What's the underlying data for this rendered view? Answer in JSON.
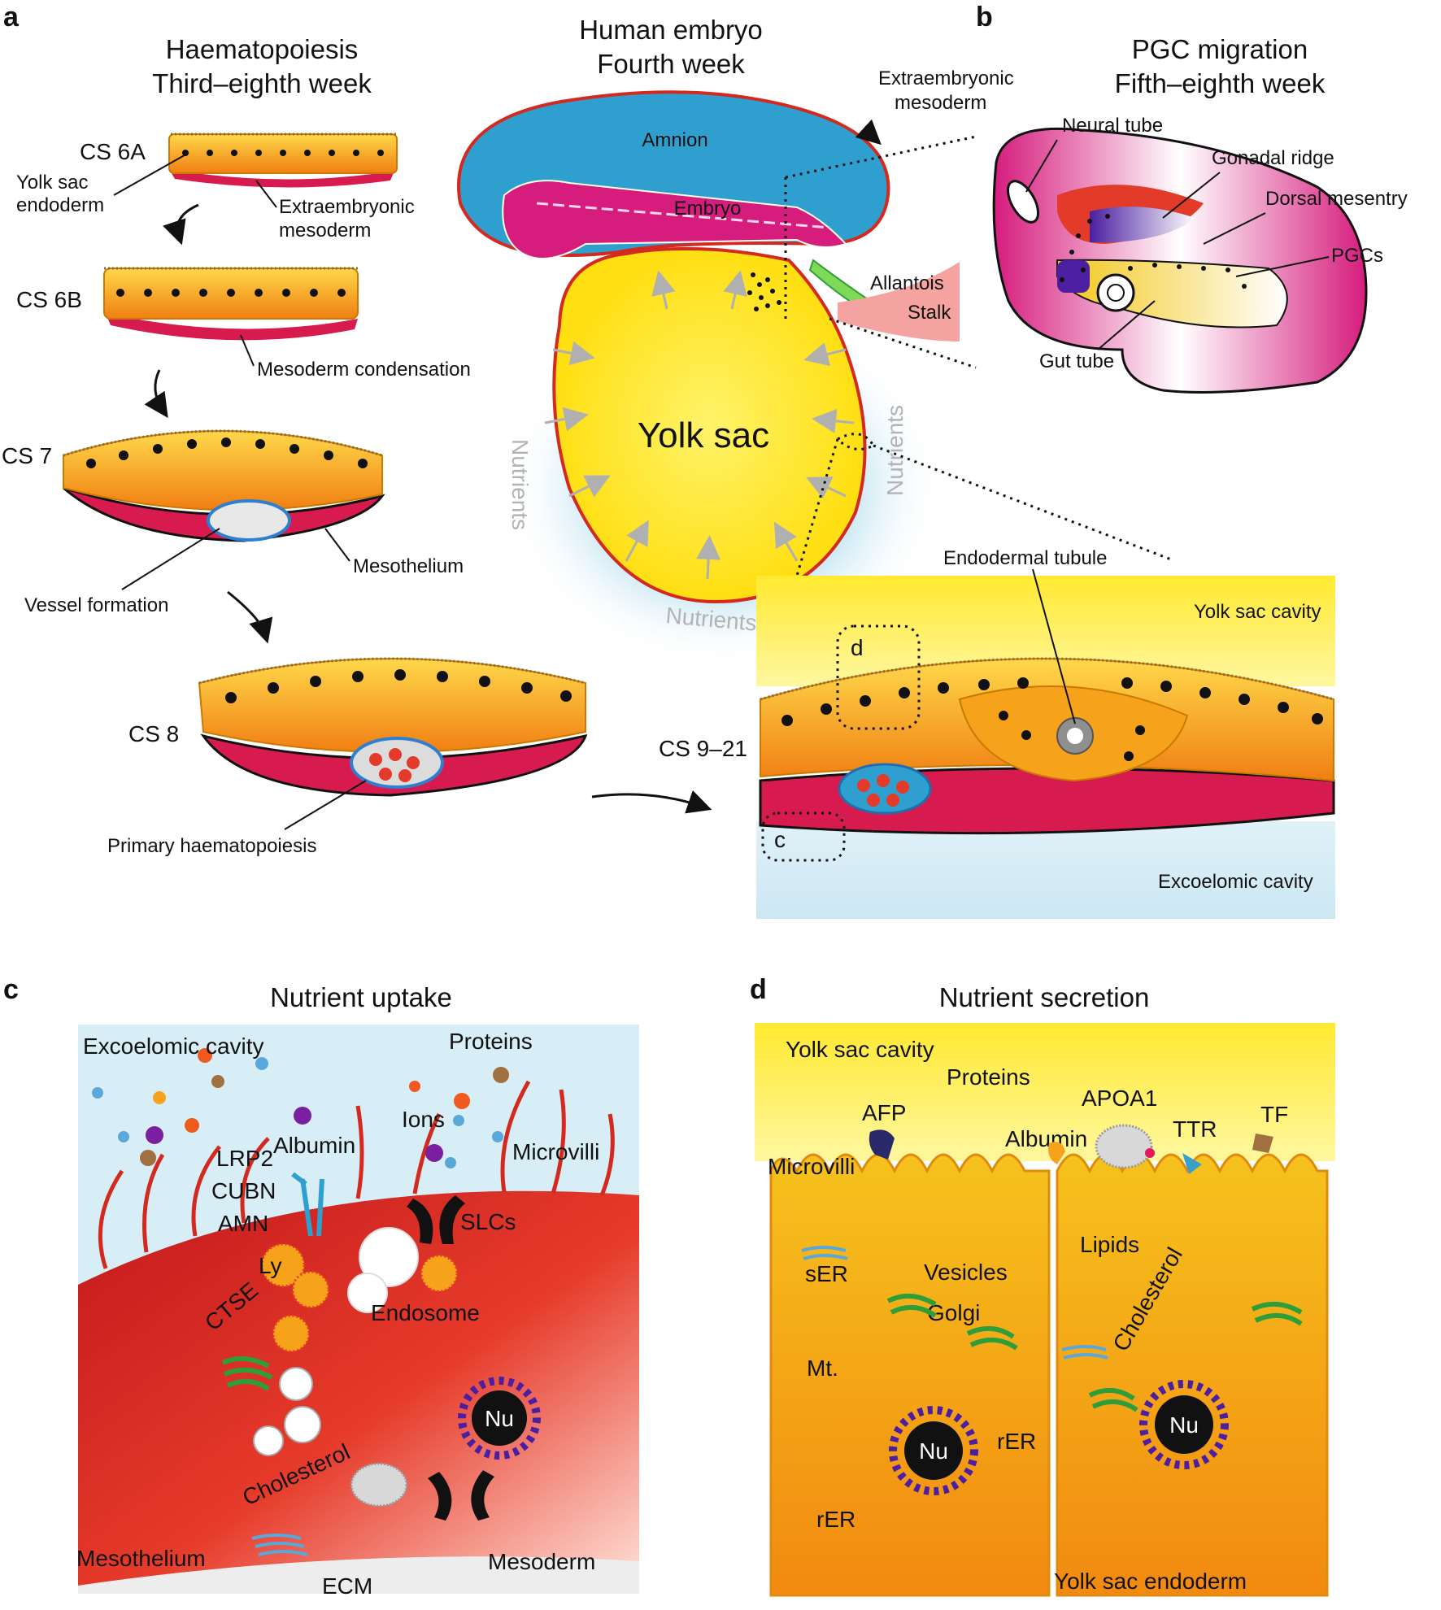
{
  "panels": {
    "a": "a",
    "b": "b",
    "c": "c",
    "d": "d"
  },
  "panel_a": {
    "title_line1": "Haematopoiesis",
    "title_line2": "Third–eighth week",
    "stages": {
      "cs6a": "CS 6A",
      "cs6b": "CS 6B",
      "cs7": "CS 7",
      "cs8": "CS 8",
      "cs921": "CS 9–21"
    },
    "labels": {
      "yolk_sac_endoderm_1": "Yolk sac",
      "yolk_sac_endoderm_2": "endoderm",
      "extraembryonic_mesoderm_1": "Extraembryonic",
      "extraembryonic_mesoderm_2": "mesoderm",
      "mesoderm_condensation": "Mesoderm condensation",
      "mesothelium": "Mesothelium",
      "vessel_formation": "Vessel formation",
      "primary_haematopoiesis": "Primary haematopoiesis",
      "endodermal_tubule": "Endodermal tubule",
      "yolk_sac_cavity": "Yolk sac cavity",
      "excoelomic_cavity": "Excoelomic cavity",
      "inset_d": "d",
      "inset_c": "c"
    }
  },
  "embryo": {
    "title_line1": "Human embryo",
    "title_line2": "Fourth week",
    "extraembryonic_1": "Extraembryonic",
    "extraembryonic_2": "mesoderm",
    "amnion": "Amnion",
    "embryo": "Embryo",
    "allantois": "Allantois",
    "stalk": "Stalk",
    "yolk_sac": "Yolk sac",
    "nutrients": "Nutrients"
  },
  "panel_b": {
    "title_line1": "PGC migration",
    "title_line2": "Fifth–eighth week",
    "neural_tube": "Neural tube",
    "gonadal_ridge": "Gonadal ridge",
    "dorsal_mesentery": "Dorsal mesentry",
    "pgcs": "PGCs",
    "gut_tube": "Gut tube"
  },
  "panel_c": {
    "title": "Nutrient uptake",
    "excoelomic_cavity": "Excoelomic cavity",
    "proteins": "Proteins",
    "albumin": "Albumin",
    "ions": "Ions",
    "lrp2": "LRP2",
    "cubn": "CUBN",
    "amn": "AMN",
    "microvilli": "Microvilli",
    "slcs": "SLCs",
    "ctse": "CTSE",
    "ly": "Ly",
    "endosome": "Endosome",
    "cholesterol": "Cholesterol",
    "nu": "Nu",
    "mesothelium": "Mesothelium",
    "ecm": "ECM",
    "mesoderm": "Mesoderm"
  },
  "panel_d": {
    "title": "Nutrient secretion",
    "yolk_sac_cavity": "Yolk sac cavity",
    "proteins": "Proteins",
    "afp": "AFP",
    "apoa1": "APOA1",
    "albumin": "Albumin",
    "ttr": "TTR",
    "tf": "TF",
    "microvilli": "Microvilli",
    "lipids": "Lipids",
    "vesicles": "Vesicles",
    "ser": "sER",
    "golgi": "Golgi",
    "cholesterol": "Cholesterol",
    "mt": "Mt.",
    "rer_1": "rER",
    "rer_2": "rER",
    "nu_1": "Nu",
    "nu_2": "Nu",
    "yolk_sac_endoderm": "Yolk sac endoderm"
  },
  "colors": {
    "endoderm": "#f7a21b",
    "mesoderm": "#d81b4f",
    "yolk": "#ffe01a",
    "amnion": "#2f9fd0",
    "embryo": "#d61c7d",
    "cavity_blue": "#d7eef7",
    "membrane_red": "#d3291f",
    "golgi": "#2e9e3a",
    "ser": "#5aa7d9"
  }
}
